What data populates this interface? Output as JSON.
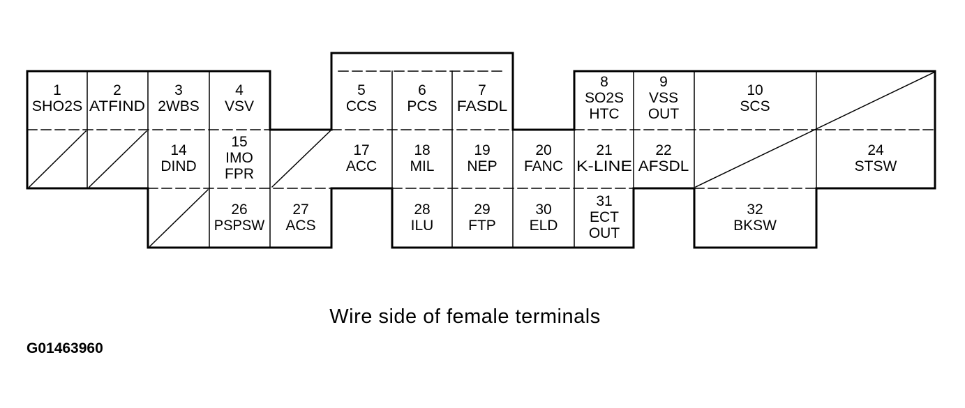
{
  "caption": "Wire side of female terminals",
  "figure_id": "G01463960",
  "colors": {
    "line": "#000000",
    "background": "#ffffff"
  },
  "cells": [
    {
      "id": "1",
      "lines": [
        "1",
        "SHO2S"
      ]
    },
    {
      "id": "2",
      "lines": [
        "2",
        "ATFIND"
      ]
    },
    {
      "id": "3",
      "lines": [
        "3",
        "2WBS"
      ]
    },
    {
      "id": "4",
      "lines": [
        "4",
        "VSV"
      ]
    },
    {
      "id": "5",
      "lines": [
        "5",
        "CCS"
      ]
    },
    {
      "id": "6",
      "lines": [
        "6",
        "PCS"
      ]
    },
    {
      "id": "7",
      "lines": [
        "7",
        "FASDL"
      ]
    },
    {
      "id": "8",
      "lines": [
        "8",
        "SO2S",
        "HTC"
      ]
    },
    {
      "id": "9",
      "lines": [
        "9",
        "VSS",
        "OUT"
      ]
    },
    {
      "id": "10",
      "lines": [
        "10",
        "SCS"
      ]
    },
    {
      "id": "14",
      "lines": [
        "14",
        "DIND"
      ]
    },
    {
      "id": "15",
      "lines": [
        "15",
        "IMO",
        "FPR"
      ]
    },
    {
      "id": "17",
      "lines": [
        "17",
        "ACC"
      ]
    },
    {
      "id": "18",
      "lines": [
        "18",
        "MIL"
      ]
    },
    {
      "id": "19",
      "lines": [
        "19",
        "NEP"
      ]
    },
    {
      "id": "20",
      "lines": [
        "20",
        "FANC"
      ]
    },
    {
      "id": "21",
      "lines": [
        "21",
        "K-LINE"
      ]
    },
    {
      "id": "22",
      "lines": [
        "22",
        "AFSDL"
      ]
    },
    {
      "id": "24",
      "lines": [
        "24",
        "STSW"
      ]
    },
    {
      "id": "26",
      "lines": [
        "26",
        "PSPSW"
      ]
    },
    {
      "id": "27",
      "lines": [
        "27",
        "ACS"
      ]
    },
    {
      "id": "28",
      "lines": [
        "28",
        "ILU"
      ]
    },
    {
      "id": "29",
      "lines": [
        "29",
        "FTP"
      ]
    },
    {
      "id": "30",
      "lines": [
        "30",
        "ELD"
      ]
    },
    {
      "id": "31",
      "lines": [
        "31",
        "ECT",
        "OUT"
      ]
    },
    {
      "id": "32",
      "lines": [
        "32",
        "BKSW"
      ]
    }
  ]
}
